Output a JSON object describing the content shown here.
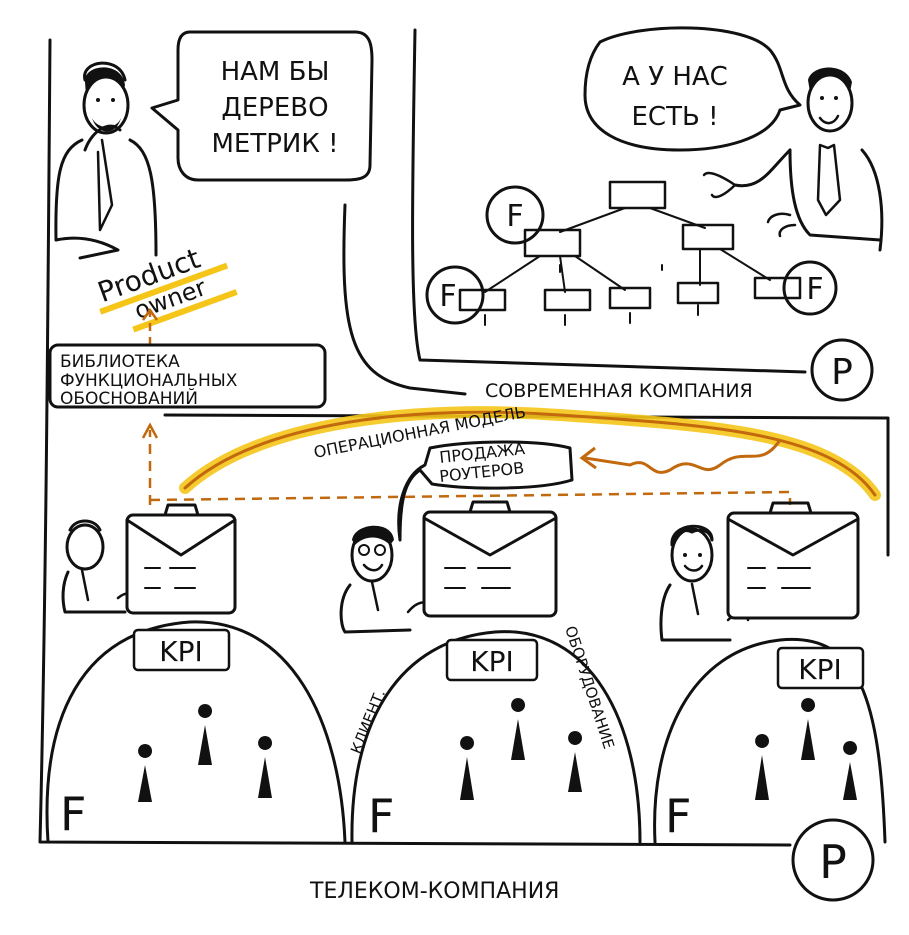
{
  "colors": {
    "ink": "#111111",
    "highlight": "#f5c518",
    "arrow": "#c2690e",
    "paper": "#ffffff"
  },
  "product_owner_speech": "Нам бы дерево метрик!",
  "product_owner_speech_lines": [
    "НАМ БЫ",
    "ДЕРЕВО",
    "МЕТРИК !"
  ],
  "modern_speech_lines": [
    "А У НАС",
    "ЕСТЬ !"
  ],
  "product_owner_label": {
    "line1": "Product",
    "line2": "owner"
  },
  "library_box": {
    "lines": [
      "БИБЛИОТЕКА",
      "ФУНКЦИОНАЛЬНЫХ",
      "ОБОСНОВАНИЙ"
    ]
  },
  "modern_company": {
    "label": "СОВРЕМЕННАЯ КОМПАНИЯ",
    "badge": "P",
    "tree_nodes_f": [
      "F",
      "F",
      "F"
    ]
  },
  "operating_model_label": "ОПЕРАЦИОННАЯ МОДЕЛЬ",
  "router_sales_box": [
    "ПРОДАЖА",
    "РОУТЕРОВ"
  ],
  "telecom_company": {
    "label": "ТЕЛЕКОМ-КОМПАНИЯ",
    "badge": "P",
    "domains": [
      {
        "kpi": "KPI",
        "f": "F"
      },
      {
        "kpi": "KPI",
        "f": "F",
        "left_arc_label": "КЛИЕНТ.",
        "right_arc_label": "ОБОРУДОВАНИЕ"
      },
      {
        "kpi": "KPI",
        "f": "F"
      }
    ]
  }
}
